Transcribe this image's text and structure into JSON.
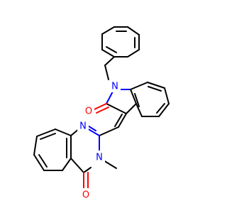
{
  "molecule": {
    "atoms": [
      {
        "id": "n_indole",
        "label": "N",
        "color": "#0000ff"
      },
      {
        "id": "o_indole",
        "label": "O",
        "color": "#ff0000"
      },
      {
        "id": "n_quin_top",
        "label": "N",
        "color": "#0000ff"
      },
      {
        "id": "n_quin_methyl",
        "label": "N",
        "color": "#0000ff"
      },
      {
        "id": "o_quin",
        "label": "O",
        "color": "#ff0000"
      }
    ],
    "bond_color": "#000000"
  }
}
